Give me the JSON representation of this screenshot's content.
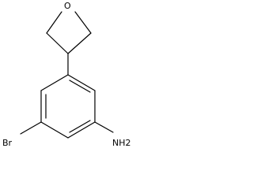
{
  "molecule": {
    "atoms": {
      "oxygen": "O",
      "bromine": "Br",
      "amine": "NH2"
    }
  }
}
